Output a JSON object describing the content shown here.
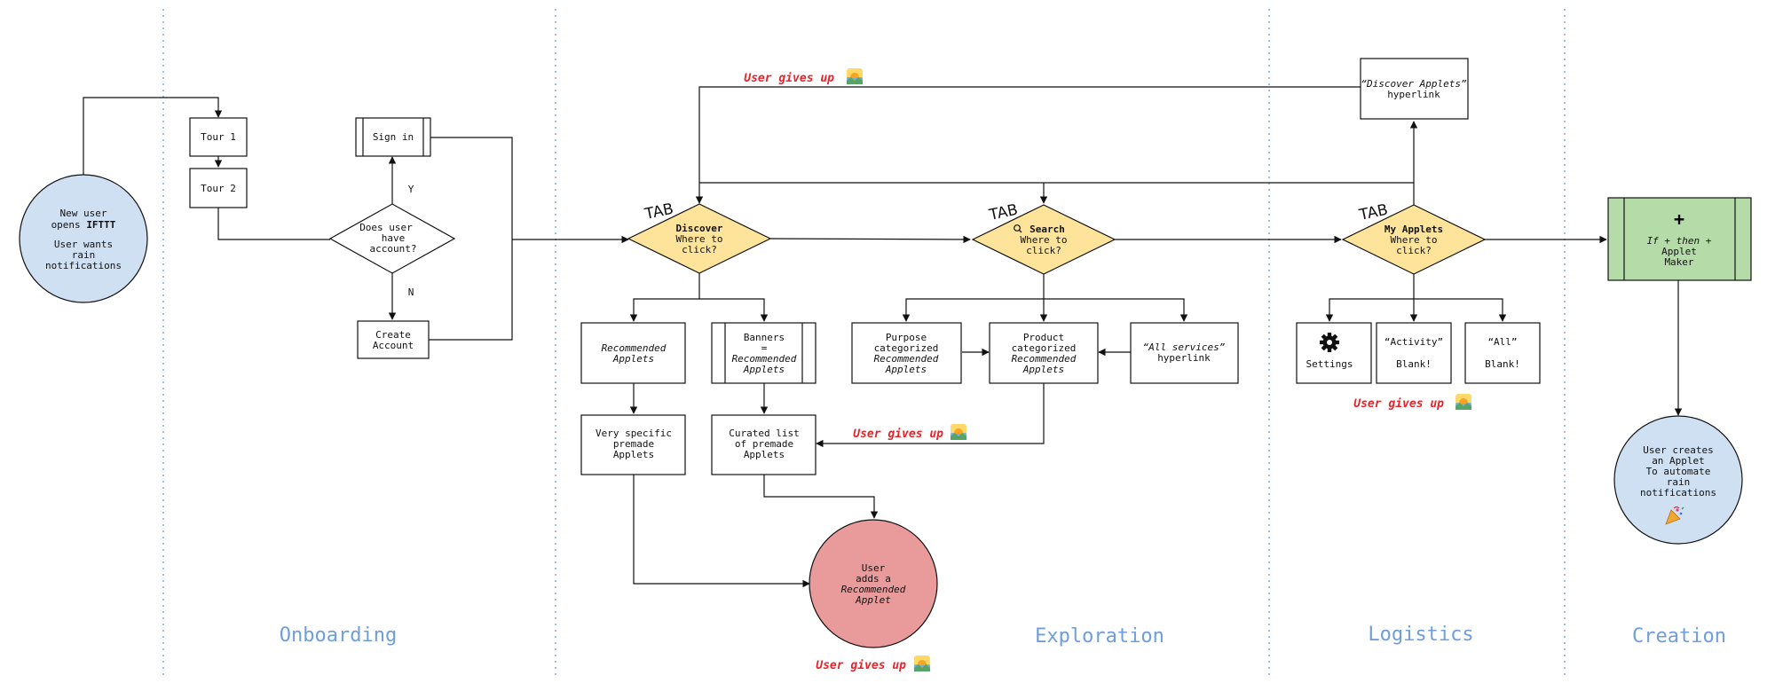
{
  "nodes": {
    "start": {
      "l1": "New user",
      "l2a": "opens ",
      "l2b": "IFTTT",
      "l3": "User wants",
      "l4": "rain",
      "l5": "notifications"
    },
    "tour1": "Tour 1",
    "tour2": "Tour 2",
    "signin": "Sign in",
    "has_account": {
      "l1": "Does user",
      "l2": "have",
      "l3": "account?"
    },
    "yes": "Y",
    "no": "N",
    "create_account": {
      "l1": "Create",
      "l2": "Account"
    },
    "discover": {
      "tab": "TAB",
      "title": "Discover",
      "l2": "Where to",
      "l3": "click?"
    },
    "search": {
      "tab": "TAB",
      "title": "Search",
      "l2": "Where to",
      "l3": "click?"
    },
    "my_applets": {
      "tab": "TAB",
      "title": "My Applets",
      "l2": "Where to",
      "l3": "click?"
    },
    "recommended": {
      "l1": "Recommended",
      "l2": "Applets"
    },
    "banners": {
      "l1": "Banners",
      "l2": "=",
      "l3": "Recommended",
      "l4": "Applets"
    },
    "very_specific": {
      "l1": "Very specific",
      "l2": "premade",
      "l3": "Applets"
    },
    "curated": {
      "l1": "Curated list",
      "l2": "of premade",
      "l3": "Applets"
    },
    "user_adds": {
      "l1": "User",
      "l2": "adds a",
      "l3": "Recommended",
      "l4": "Applet"
    },
    "purpose": {
      "l1": "Purpose",
      "l2": "categorized",
      "l3": "Recommended",
      "l4": "Applets"
    },
    "product": {
      "l1": "Product",
      "l2": "categorized",
      "l3": "Recommended",
      "l4": "Applets"
    },
    "all_services": {
      "l1": "“All services”",
      "l2": "hyperlink"
    },
    "discover_link": {
      "l1": "“Discover Applets”",
      "l2": "hyperlink"
    },
    "settings": "Settings",
    "activity": {
      "l1": "“Activity”",
      "l2": "Blank!"
    },
    "all": {
      "l1": "“All”",
      "l2": "Blank!"
    },
    "maker": {
      "plus": "+",
      "l1": "If + then +",
      "l2": "Applet",
      "l3": "Maker"
    },
    "end": {
      "l1": "User creates",
      "l2": "an Applet",
      "l3": "To automate",
      "l4": "rain",
      "l5": "notifications"
    }
  },
  "give_up_label": "User gives up",
  "icons": {
    "give_up": "sunset-emoji-icon",
    "celebration": "party-popper-emoji-icon",
    "search": "magnifier-icon",
    "settings": "gear-icon"
  },
  "sections": {
    "onboarding": "Onboarding",
    "exploration": "Exploration",
    "logistics": "Logistics",
    "creation": "Creation"
  },
  "colors": {
    "start_fill": "#cfe0f3",
    "decision_fill": "#fde49a",
    "adds_fill": "#e99a9a",
    "maker_fill": "#b5dba9",
    "give_up": "#e8232a",
    "section": "#6f9edd",
    "divider": "#6fa3e6"
  }
}
